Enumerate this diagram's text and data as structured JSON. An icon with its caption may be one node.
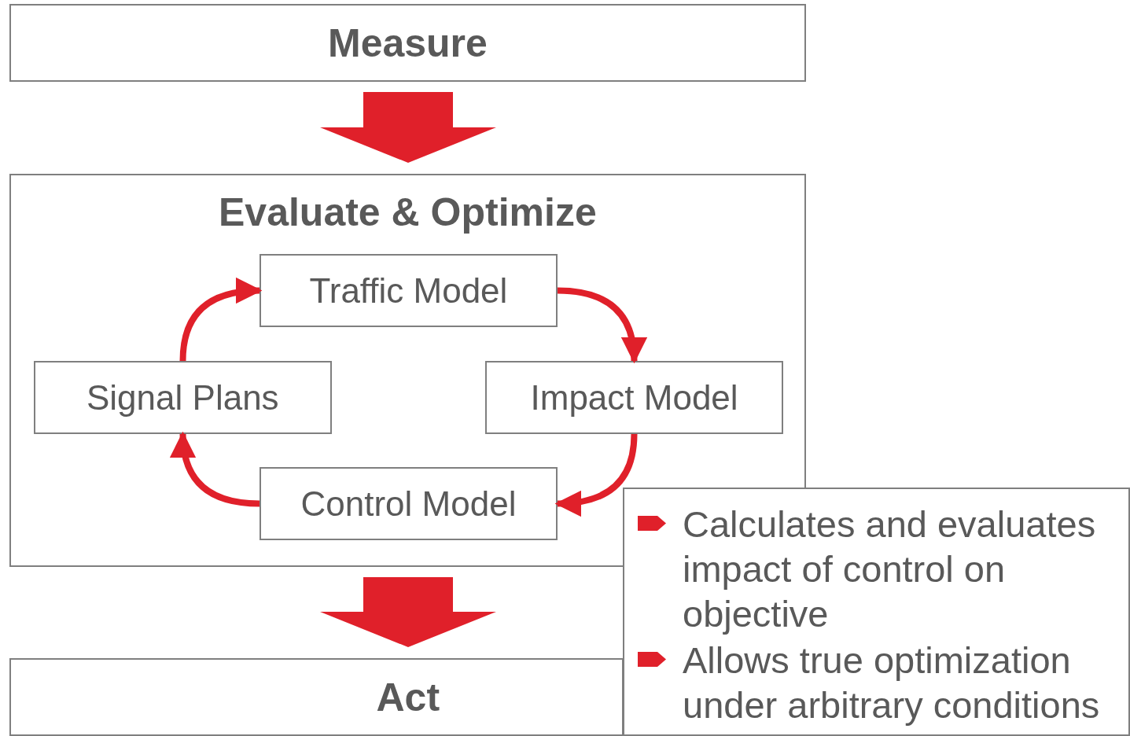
{
  "diagram": {
    "nodes": [
      {
        "text": [
          "Measure"
        ]
      },
      {
        "text": [
          "Evaluate & Optimize"
        ]
      },
      {
        "text": [
          "Traffic Model"
        ],
        "in": 1
      },
      {
        "text": [
          "Impact Model"
        ],
        "in": 1
      },
      {
        "text": [
          "Control Model"
        ],
        "in": 1
      },
      {
        "text": [
          "Signal Plans"
        ],
        "in": 1
      },
      {
        "text": [
          "Act"
        ]
      },
      {
        "text": [
          "Calculates and evaluates impact of control on objective",
          "Allows true optimization under arbitrary conditions"
        ]
      }
    ],
    "edges": [
      {
        "from": 0,
        "to": 1,
        "arrow": "to",
        "style": "thick"
      },
      {
        "from": 1,
        "to": 6,
        "arrow": "to",
        "style": "thick"
      },
      {
        "from": 2,
        "to": 3,
        "arrow": "to"
      },
      {
        "from": 3,
        "to": 4,
        "arrow": "to"
      },
      {
        "from": 4,
        "to": 5,
        "arrow": "to"
      },
      {
        "from": 5,
        "to": 2,
        "arrow": "to"
      }
    ]
  }
}
